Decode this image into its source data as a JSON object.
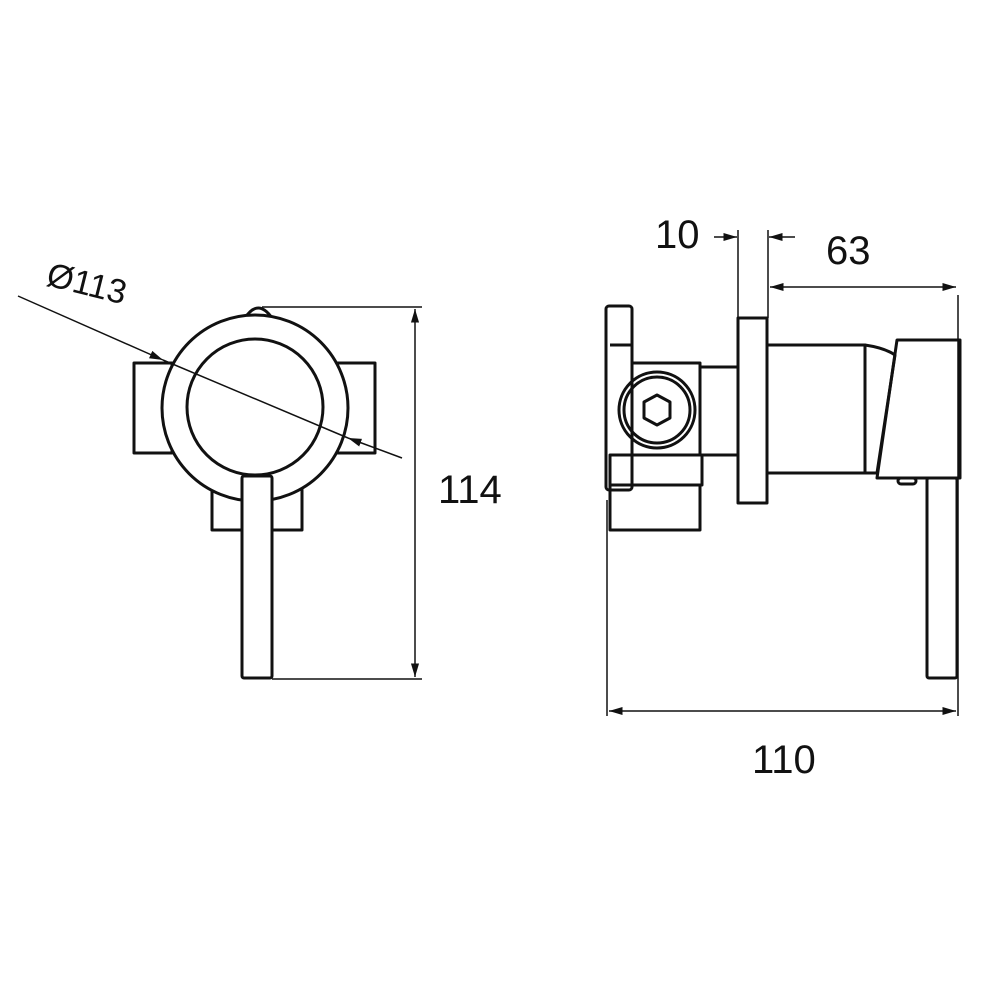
{
  "title": "Mixer technical drawing",
  "front_view": {
    "diameter_label": "Ø113",
    "height_label": "114"
  },
  "side_view": {
    "plate_label": "10",
    "depth_label": "63",
    "width_label": "110"
  },
  "colors": {
    "line": "#111111",
    "background": "#ffffff"
  }
}
